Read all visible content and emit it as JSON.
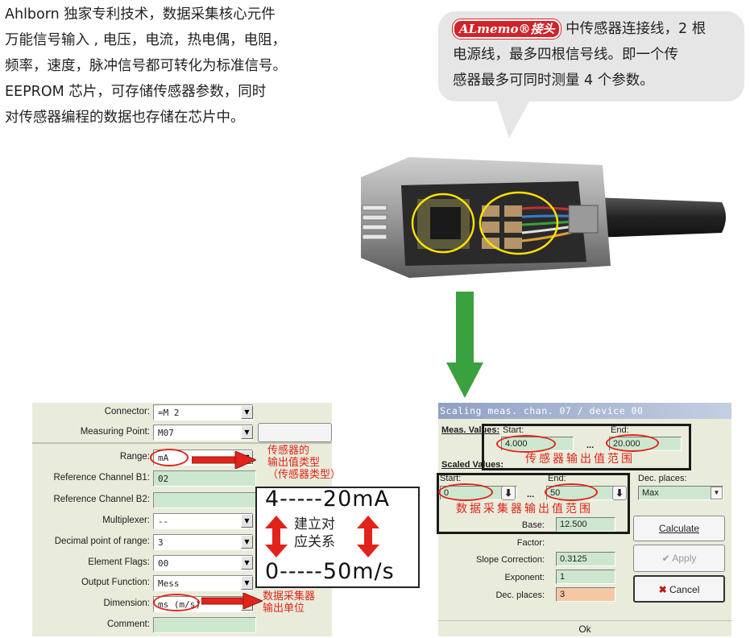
{
  "description": {
    "lines": [
      "Ahlborn 独家专利技术，数据采集核心元件",
      "万能信号输入 , 电压，电流，热电偶，电阻，",
      "频率，速度，脉冲信号都可转化为标准信号。",
      "EEPROM 芯片，可存储传感器参数，同时",
      "对传感器编程的数据也存储在芯片中。"
    ]
  },
  "bubble": {
    "brand": "ALmemo®接头",
    "line1_rest": "中传感器连接线，2 根",
    "line2": "电源线，最多四根信号线。即一个传",
    "line3": "感器最多可同时测量 4 个参数。"
  },
  "left_window": {
    "connector_label": "Connector:",
    "connector_value": "=M 2",
    "measuring_point_label": "Measuring Point:",
    "measuring_point_value": "M07",
    "range_label": "Range:",
    "range_value": "mA",
    "ref_b1_label": "Reference Channel B1:",
    "ref_b1_value": "02",
    "ref_b2_label": "Reference Channel B2:",
    "ref_b2_value": "",
    "multiplexer_label": "Multiplexer:",
    "multiplexer_value": "--",
    "decimal_label": "Decimal point of range:",
    "decimal_value": "3",
    "element_flags_label": "Element Flags:",
    "element_flags_value": "00",
    "output_function_label": "Output Function:",
    "output_function_value": "Mess",
    "dimension_label": "Dimension:",
    "dimension_value": "ms (m/s)",
    "comment_label": "Comment:",
    "comment_value": ""
  },
  "annotations": {
    "sensor_type_1": "传感器的",
    "sensor_type_2": "输出值类型",
    "sensor_type_3": "（传感器类型）",
    "map_top": "4-----20mA",
    "map_middle_1": "建立对",
    "map_middle_2": "应关系",
    "map_bottom": "0-----50m/s",
    "logger_unit_1": "数据采集器",
    "logger_unit_2": "输出单位",
    "sensor_range": "传感器输出值范围",
    "logger_range": "数据采集器输出值范围"
  },
  "right_window": {
    "title": "Scaling meas. chan. 07 / device 00",
    "meas_values_label": "Meas. Values:",
    "start_label": "Start:",
    "end_label": "End:",
    "start_value": "4.000",
    "ellipsis": "...",
    "end_value": "20.000",
    "scaled_values_label": "Scaled Values:",
    "scaled_start_label": "Start:",
    "scaled_end_label": "End:",
    "scaled_start_value": "0",
    "scaled_end_value": "50",
    "dec_places_label": "Dec. places:",
    "dec_places_value": "Max",
    "base_label": "Base:",
    "base_value": "12.500",
    "factor_label": "Factor:",
    "slope_label": "Slope Correction:",
    "slope_value": "0.3125",
    "exponent_label": "Exponent:",
    "exponent_value": "1",
    "dec_places2_label": "Dec. places:",
    "dec_places2_value": "3",
    "calculate_label": "Calculate",
    "apply_label": "Apply",
    "cancel_label": "Cancel",
    "ok_label": "Ok"
  },
  "colors": {
    "accent_red": "#e2231a",
    "arrow_green": "#3aa13f",
    "field_green": "#cde7cf",
    "field_peach": "#f5c7a4"
  }
}
